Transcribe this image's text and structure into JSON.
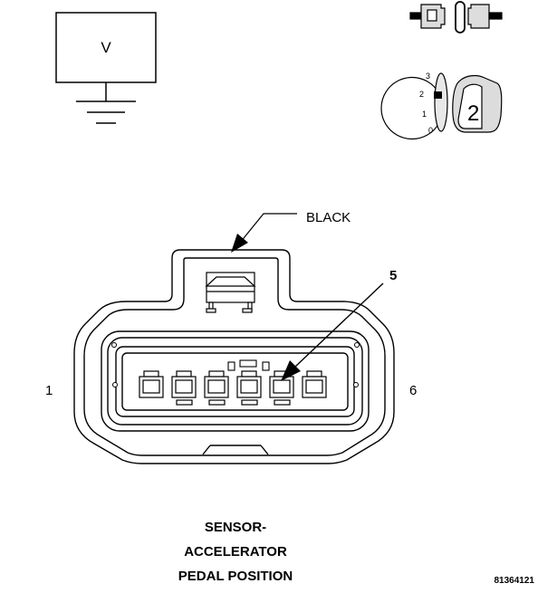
{
  "voltmeter": {
    "symbol": "V"
  },
  "ignition_switch": {
    "positions": [
      "3",
      "2",
      "1",
      "0"
    ],
    "selected": "2"
  },
  "connector": {
    "color_label": "BLACK",
    "callout_pin": "5",
    "left_pin": "1",
    "right_pin": "6",
    "pin_count": 6
  },
  "caption": {
    "line1": "SENSOR-",
    "line2": "ACCELERATOR",
    "line3": "PEDAL POSITION"
  },
  "figure_id": "81364121"
}
